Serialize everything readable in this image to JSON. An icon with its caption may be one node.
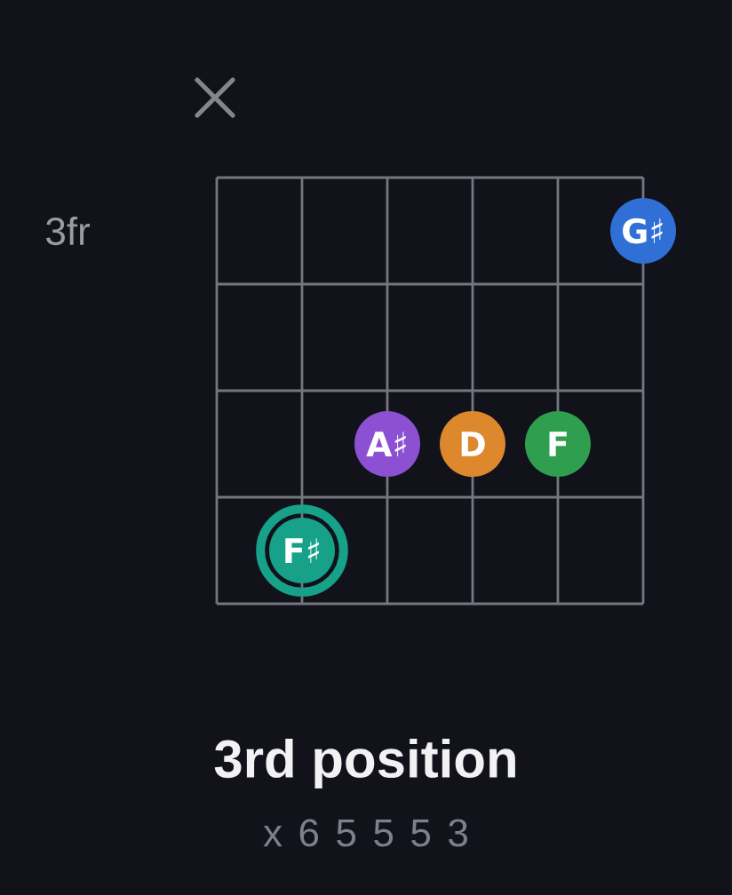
{
  "diagram": {
    "caption": "3rd position",
    "nodes": [
      {
        "text": [
          "G♯"
        ]
      },
      {
        "text": [
          "A♯"
        ]
      },
      {
        "text": [
          "D"
        ]
      },
      {
        "text": [
          "F"
        ]
      },
      {
        "text": [
          "F♯"
        ]
      }
    ],
    "labels": [
      "3fr",
      "x 6 5 5 5 3"
    ]
  }
}
